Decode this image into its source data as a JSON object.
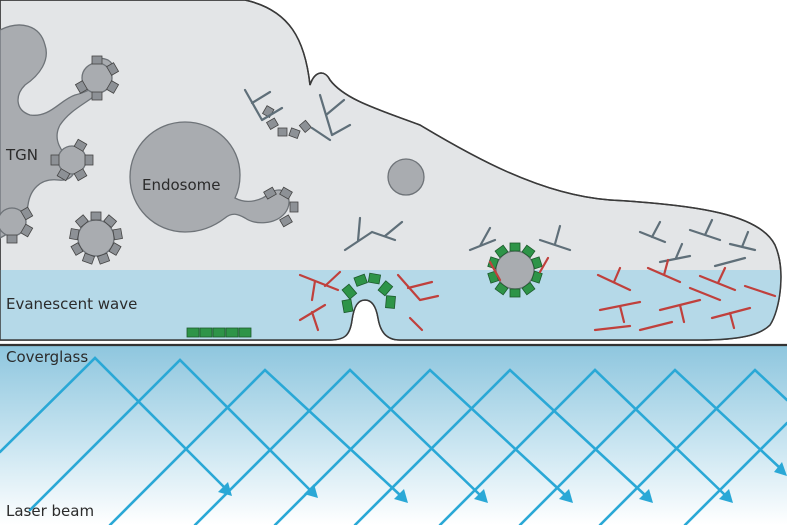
{
  "labels": {
    "tgn": "TGN",
    "endosome": "Endosome",
    "evanescent": "Evanescent wave",
    "coverglass": "Coverglass",
    "laser": "Laser beam"
  },
  "colors": {
    "cell": "#e3e5e7",
    "organelle": "#a9acb0",
    "evanescent": "#b5d9e8",
    "actin": "#c0403c",
    "filament": "#5f6f79",
    "clathrin": "#2e9448",
    "coat": "#8d9196",
    "laser": "#2aa8d6"
  },
  "icons": [
    "clathrin-coat-icon",
    "actin-network-icon",
    "laser-arrow-icon"
  ]
}
